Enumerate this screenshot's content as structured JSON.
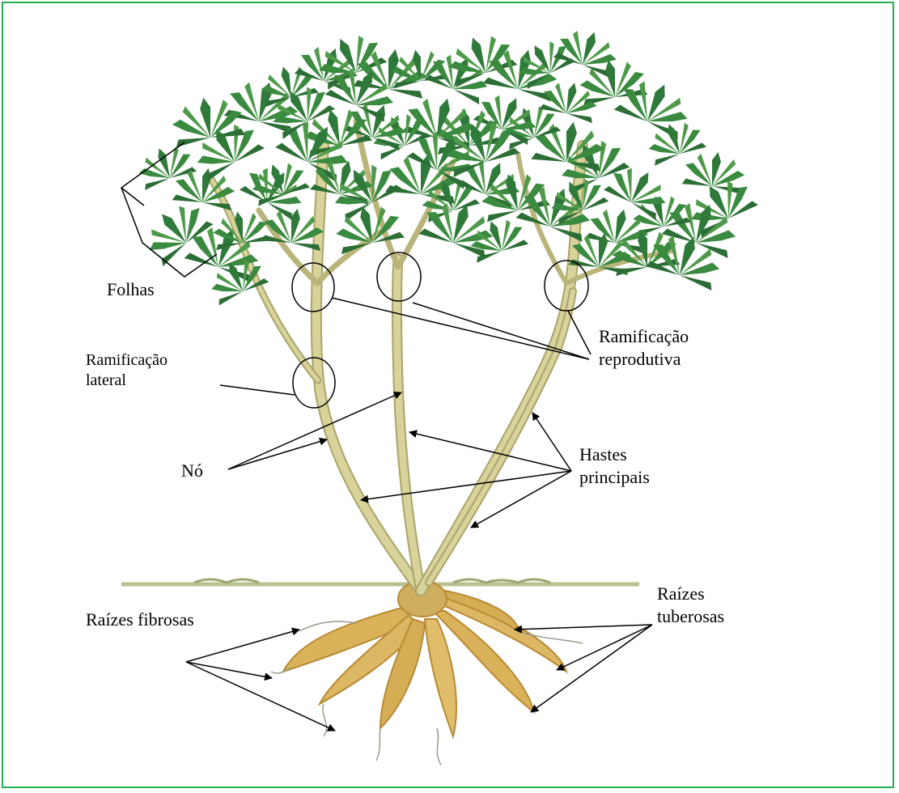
{
  "labels": {
    "folhas": "Folhas",
    "ramificacao_lateral": [
      "Ramificação",
      "lateral"
    ],
    "ramificacao_reprodutiva": [
      "Ramificação",
      "reprodutiva"
    ],
    "no": "Nó",
    "hastes_principais": [
      "Hastes",
      "principais"
    ],
    "raizes_fibrosas": "Raízes fibrosas",
    "raizes_tuberosas": [
      "Raízes",
      "tuberosas"
    ]
  },
  "colors": {
    "frame": "#20b050",
    "leaf_dark": "#2f7a3a",
    "leaf_light": "#4f9a4a",
    "stem": "#d8d39a",
    "stem_shade": "#a8a46a",
    "root": "#d9b25a",
    "root_shade": "#b88a34",
    "ground": "#b7c28e"
  }
}
